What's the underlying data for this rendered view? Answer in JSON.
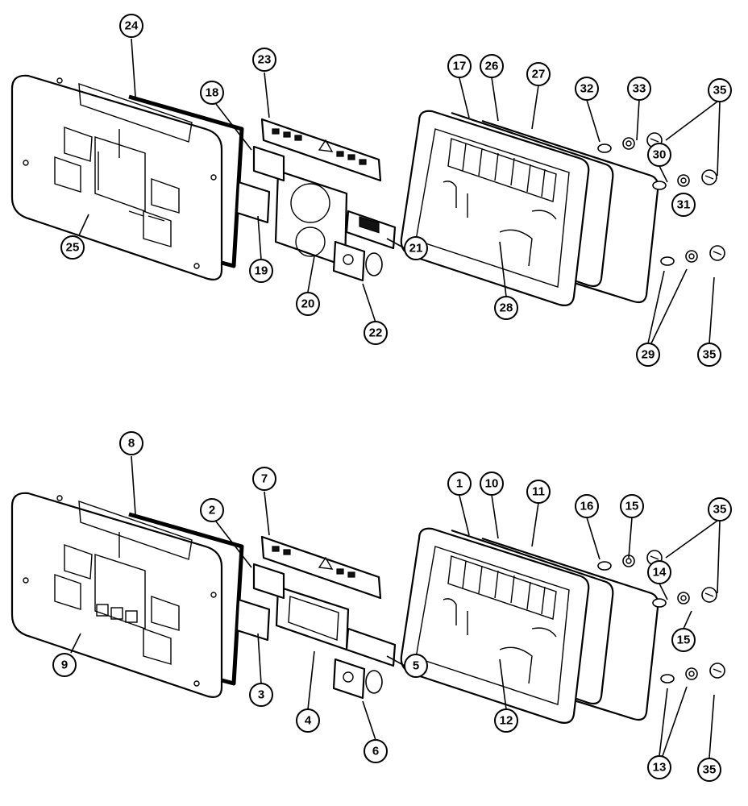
{
  "callouts": [
    {
      "id": "24",
      "label": "24"
    },
    {
      "id": "23",
      "label": "23"
    },
    {
      "id": "18",
      "label": "18"
    },
    {
      "id": "17",
      "label": "17"
    },
    {
      "id": "26",
      "label": "26"
    },
    {
      "id": "27",
      "label": "27"
    },
    {
      "id": "32",
      "label": "32"
    },
    {
      "id": "33",
      "label": "33"
    },
    {
      "id": "35a",
      "label": "35"
    },
    {
      "id": "30",
      "label": "30"
    },
    {
      "id": "31",
      "label": "31"
    },
    {
      "id": "25",
      "label": "25"
    },
    {
      "id": "19",
      "label": "19"
    },
    {
      "id": "21",
      "label": "21"
    },
    {
      "id": "20",
      "label": "20"
    },
    {
      "id": "22",
      "label": "22"
    },
    {
      "id": "28",
      "label": "28"
    },
    {
      "id": "29",
      "label": "29"
    },
    {
      "id": "35b",
      "label": "35"
    },
    {
      "id": "8",
      "label": "8"
    },
    {
      "id": "7",
      "label": "7"
    },
    {
      "id": "2",
      "label": "2"
    },
    {
      "id": "1",
      "label": "1"
    },
    {
      "id": "10",
      "label": "10"
    },
    {
      "id": "11",
      "label": "11"
    },
    {
      "id": "16",
      "label": "16"
    },
    {
      "id": "15a",
      "label": "15"
    },
    {
      "id": "35c",
      "label": "35"
    },
    {
      "id": "14",
      "label": "14"
    },
    {
      "id": "15b",
      "label": "15"
    },
    {
      "id": "9",
      "label": "9"
    },
    {
      "id": "3",
      "label": "3"
    },
    {
      "id": "4",
      "label": "4"
    },
    {
      "id": "5",
      "label": "5"
    },
    {
      "id": "6",
      "label": "6"
    },
    {
      "id": "12",
      "label": "12"
    },
    {
      "id": "13",
      "label": "13"
    },
    {
      "id": "35d",
      "label": "35"
    }
  ]
}
